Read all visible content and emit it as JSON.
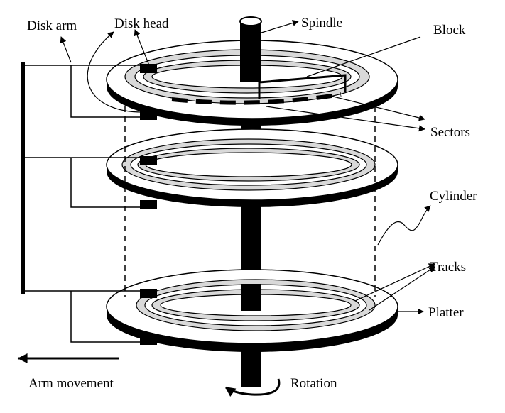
{
  "labels": {
    "disk_arm": "Disk arm",
    "disk_head": "Disk head",
    "spindle": "Spindle",
    "block": "Block",
    "sectors": "Sectors",
    "cylinder": "Cylinder",
    "tracks": "Tracks",
    "platter": "Platter",
    "arm_movement": "Arm movement",
    "rotation": "Rotation"
  },
  "colors": {
    "ink": "#000000",
    "track": "#d9d9d9",
    "background": "#ffffff"
  }
}
